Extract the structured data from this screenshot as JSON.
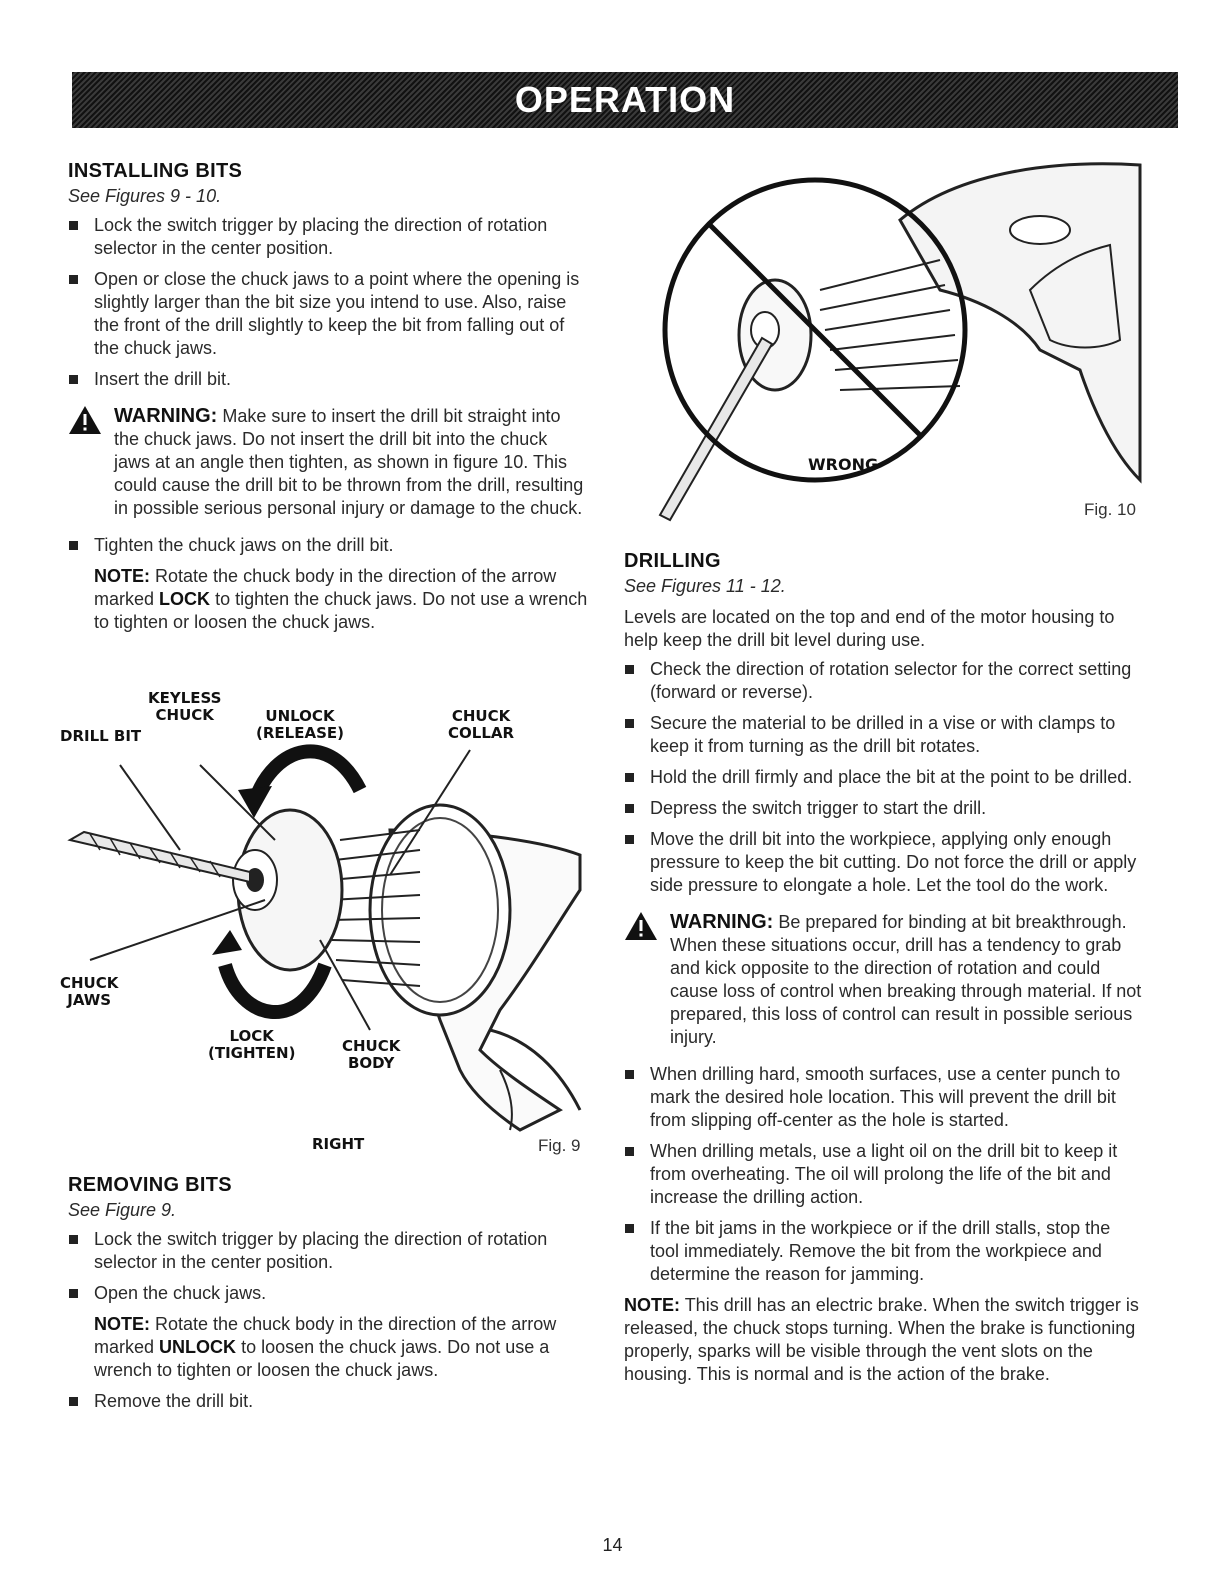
{
  "header": {
    "title": "OPERATION"
  },
  "installing": {
    "heading": "INSTALLING BITS",
    "see": "See Figures 9 - 10.",
    "bullets": [
      "Lock the switch trigger by placing the direction of rotation selector in the center position.",
      "Open or close the chuck jaws to a point where the opening is slightly larger than the bit size you intend to use. Also, raise the front of the drill slightly to keep the bit from falling out of the chuck jaws.",
      "Insert the drill bit."
    ],
    "warning_label": "WARNING:",
    "warning_text": "Make sure to insert the drill bit straight into the chuck jaws. Do not insert the drill bit into the chuck jaws at an angle then tighten, as shown in figure 10. This could cause the drill bit to be thrown from the drill, resulting in possible serious personal injury or damage to the chuck.",
    "bullet4": "Tighten the chuck jaws on the drill bit.",
    "note_label": "NOTE:",
    "note_pre": "Rotate the chuck body in the direction of the arrow marked",
    "note_key": "LOCK",
    "note_post": "to tighten the chuck jaws. Do not use a wrench to tighten or loosen the chuck jaws."
  },
  "fig9": {
    "labels": {
      "keyless_chuck": "KEYLESS\nCHUCK",
      "unlock": "UNLOCK\n(RELEASE)",
      "chuck_collar": "CHUCK\nCOLLAR",
      "drill_bit": "DRILL BIT",
      "chuck_jaws": "CHUCK\nJAWS",
      "lock": "LOCK\n(TIGHTEN)",
      "chuck_body": "CHUCK\nBODY",
      "right": "RIGHT"
    },
    "caption": "Fig. 9"
  },
  "removing": {
    "heading": "REMOVING BITS",
    "see": "See Figure 9.",
    "bullet1": "Lock the switch trigger by placing the direction of rotation selector in the center position.",
    "bullet2": "Open the chuck jaws.",
    "note_label": "NOTE:",
    "note_pre": "Rotate the chuck body in the direction of the arrow marked",
    "note_key": "UNLOCK",
    "note_post": "to loosen the chuck jaws. Do not use a wrench to tighten or loosen the chuck jaws.",
    "bullet3": "Remove the drill bit."
  },
  "fig10": {
    "wrong": "WRONG",
    "caption": "Fig. 10"
  },
  "drilling": {
    "heading": "DRILLING",
    "see": "See Figures 11 - 12.",
    "intro": "Levels are located on the top and end of the motor housing to help keep the drill bit level during use.",
    "bullets": [
      "Check the direction of rotation selector for the correct setting (forward or reverse).",
      "Secure the material to be drilled in a vise or with clamps to keep it from turning as the drill bit rotates.",
      "Hold the drill firmly and place the bit at the point to be drilled.",
      "Depress the switch trigger to start the drill.",
      "Move the drill bit into the workpiece, applying only enough pressure to keep the bit cutting. Do not force the drill or apply side pressure to elongate a hole. Let the tool do the work."
    ],
    "warning_label": "WARNING:",
    "warning_text": "Be prepared for binding at bit breakthrough. When these situations occur, drill has a tendency to grab and kick opposite to the direction of rotation and could cause loss of control when breaking through material. If not prepared, this loss of control can result in possible serious injury.",
    "bullets2": [
      "When drilling hard, smooth surfaces, use a center punch to mark the desired hole location. This will prevent the drill bit from slipping off-center as the hole is started.",
      "When drilling metals, use a light oil on the drill bit to keep it from overheating. The oil will prolong the life of the bit and increase the drilling action.",
      "If the bit jams in the workpiece or if the drill stalls, stop the tool immediately. Remove the bit from the workpiece and determine the reason for jamming."
    ],
    "note_label": "NOTE:",
    "note_text": "This drill has an electric brake. When the switch trigger is released, the chuck stops turning. When the brake is functioning properly, sparks will be visible through the vent slots on the housing. This is normal and is the action of the brake."
  },
  "footer": {
    "page": "14"
  }
}
